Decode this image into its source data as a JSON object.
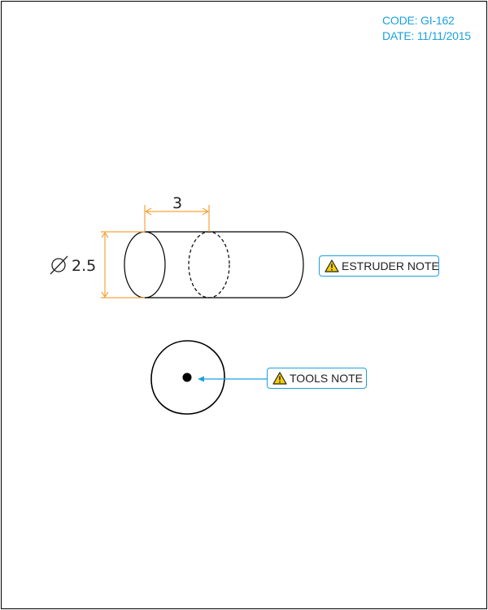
{
  "header": {
    "code": "CODE: GI-162",
    "date": "DATE: 11/11/2015"
  },
  "dimensions": {
    "length": "3",
    "diameter": "2.5"
  },
  "notes": {
    "extruder": "ESTRUDER NOTE",
    "tools": "TOOLS NOTE"
  },
  "icons": {
    "diameter": "diameter-symbol-icon",
    "warning": "warning-triangle-icon"
  },
  "colors": {
    "accent": "#1ba1dd",
    "dimension": "#f5a33c",
    "warning_fill": "#f5d000",
    "line": "#000000"
  }
}
